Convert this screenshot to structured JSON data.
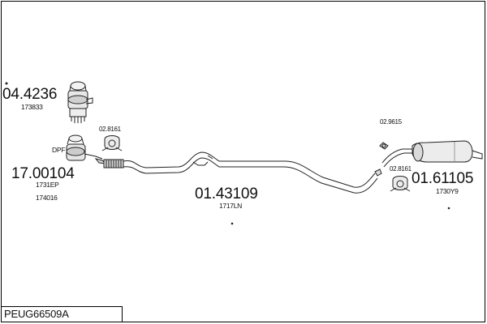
{
  "labels": {
    "rear_box_part": "04.4236",
    "rear_box_ref": "173833",
    "dpf_part": "17.00104",
    "dpf_ref_1": "1731EP",
    "dpf_ref_2": "174016",
    "dpf_tag": "DPF",
    "mount_a_part": "02.8161",
    "center_pipe_part": "01.43109",
    "center_pipe_ref": "1717LN",
    "clamp_part": "02.9615",
    "mount_b_part": "02.8161",
    "rear_muffler_part": "01.61105",
    "rear_muffler_ref": "1730Y9"
  },
  "footer": {
    "code": "PEUG66509A"
  }
}
